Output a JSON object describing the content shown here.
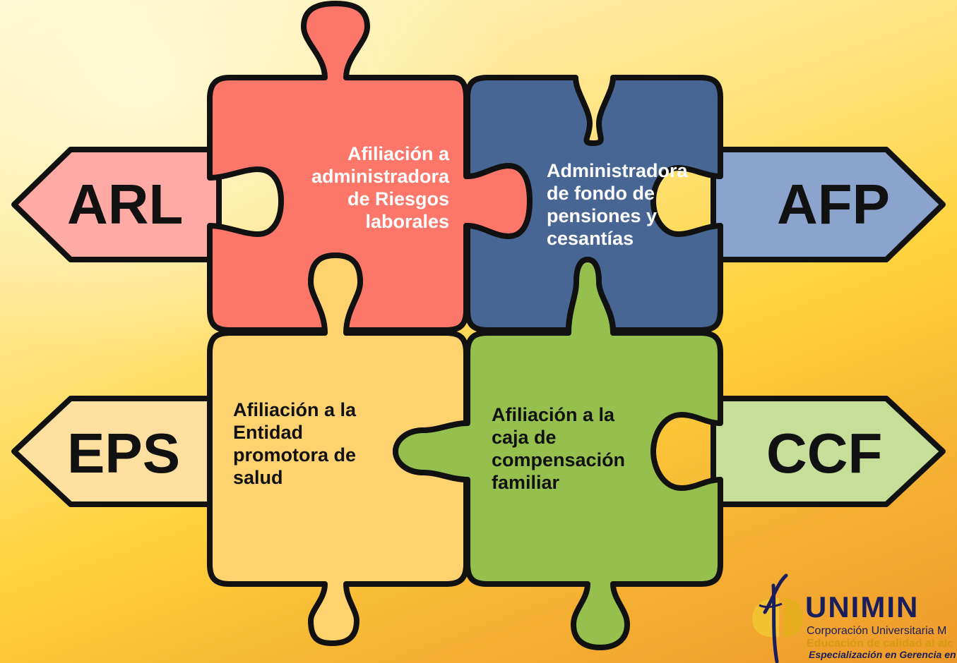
{
  "pieces": {
    "arl": {
      "text": [
        "Afiliación a",
        "administradora",
        "de Riesgos",
        "laborales"
      ],
      "color": "#fc766a"
    },
    "afp": {
      "text": [
        "Administradora",
        "de fondo de",
        "pensiones y",
        "cesantías"
      ],
      "color": "#476693"
    },
    "eps": {
      "text": [
        "Afiliación a la",
        "Entidad",
        "promotora de",
        "salud"
      ],
      "color": "#fed36f"
    },
    "ccf": {
      "text": [
        "Afiliación a la",
        "caja de",
        "compensación",
        "familiar"
      ],
      "color": "#95c04e"
    }
  },
  "arrows": {
    "arl": {
      "label": "ARL",
      "color": "#ffaaa4"
    },
    "afp": {
      "label": "AFP",
      "color": "#8aa4cd"
    },
    "eps": {
      "label": "EPS",
      "color": "#fde0a0"
    },
    "ccf": {
      "label": "CCF",
      "color": "#c7dd9a"
    }
  },
  "logo": {
    "name": "UNIMIN",
    "subtitle": "Corporación Universitaria M",
    "tagline": "Educación de calidad al alc",
    "footer": "Especialización en Gerencia en Rie"
  }
}
